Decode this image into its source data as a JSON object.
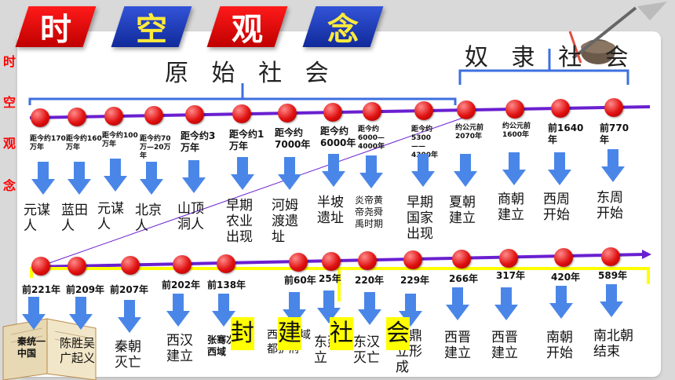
{
  "title_chars": [
    "时",
    "空",
    "观",
    "念"
  ],
  "side_chars": [
    "时",
    "空",
    "观",
    "念"
  ],
  "eras": {
    "primitive": "原 始 社 会",
    "slave": "奴 隶 社 会",
    "feudal": [
      "封",
      "建",
      "社",
      "会"
    ]
  },
  "colors": {
    "timeline": "#6a1fd0",
    "brace": "#3d6fe0",
    "arrow": "#4a86e8",
    "dot": "#e01010",
    "highlight": "#ffff00"
  },
  "row1": [
    {
      "date": "距今约170万年",
      "event": "元谋人"
    },
    {
      "date": "距今约160万年",
      "event": "蓝田人"
    },
    {
      "date": "距今约100万年",
      "event": "元谋人"
    },
    {
      "date": "距今约70万—20万年",
      "event": "北京人"
    },
    {
      "date": "距今约3万年",
      "event": "山顶洞人"
    },
    {
      "date": "距今约1万年",
      "event": "早期农业出现"
    },
    {
      "date": "距今约7000年",
      "event": "河姆渡遗址"
    },
    {
      "date": "距今约6000年",
      "event": "半坡遗址"
    },
    {
      "date": "距今约6000—4000年",
      "event": "炎帝黄帝尧舜禹时期"
    },
    {
      "date": "距今约5300——4300年",
      "event": "早期国家出现"
    },
    {
      "date": "约公元前2070年",
      "event": "夏朝建立"
    },
    {
      "date": "约公元前1600年",
      "event": "商朝建立"
    },
    {
      "date": "前1640年",
      "event": "西周开始"
    },
    {
      "date": "前770年",
      "event": "东周开始"
    }
  ],
  "row2": [
    {
      "date": "前221年",
      "event": "秦统一中国"
    },
    {
      "date": "前209年",
      "event": "陈胜吴广起义"
    },
    {
      "date": "前207年",
      "event": "秦朝灭亡"
    },
    {
      "date": "前202年",
      "event": "西汉建立"
    },
    {
      "date": "前138年",
      "event": "张骞次出使西域"
    },
    {
      "date": "前60年",
      "event": "西置西域都护府"
    },
    {
      "date": "25年",
      "event": "东建立"
    },
    {
      "date": "220年",
      "event": "东汉灭亡"
    },
    {
      "date": "229年",
      "event": "国鼎立形成"
    },
    {
      "date": "266年",
      "event": "西晋建立"
    },
    {
      "date": "317年",
      "event": "西晋建立"
    },
    {
      "date": "420年",
      "event": "南朝开始"
    },
    {
      "date": "589年",
      "event": "南北朝结束"
    }
  ]
}
